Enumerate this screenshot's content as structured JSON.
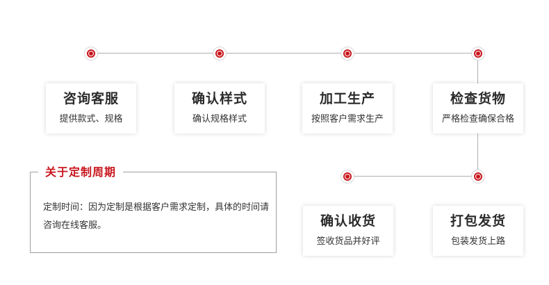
{
  "steps": [
    {
      "title": "咨询客服",
      "desc": "提供款式、规格"
    },
    {
      "title": "确认样式",
      "desc": "确认规格样式"
    },
    {
      "title": "加工生产",
      "desc": "按照客户需求生产"
    },
    {
      "title": "检查货物",
      "desc": "严格检查确保合格"
    },
    {
      "title": "确认收货",
      "desc": "签收货品并好评"
    },
    {
      "title": "打包发货",
      "desc": "包装发货上路"
    }
  ],
  "period": {
    "title": "关于定制周期",
    "text": "定制时间：因为定制是根据客户需求定制，具体的时间请咨询在线客服。"
  },
  "colors": {
    "accent": "#c8161d",
    "line": "#b0b0b0",
    "box_border": "#9e9e9e"
  }
}
